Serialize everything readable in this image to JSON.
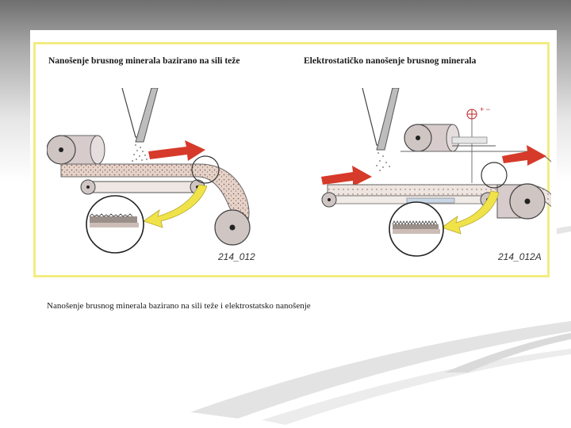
{
  "figure": {
    "left_title": "Nanošenje brusnog minerala bazirano na sili teže",
    "right_title": "Elektrostatičko nanošenje brusnog minerala",
    "left_code": "214_012",
    "right_code": "214_012A",
    "electrode_symbol": "+ −"
  },
  "caption": "Nanošenje brusnog minerala bazirano na sili teže  i elektrostatsko nanošenje",
  "colors": {
    "frame": "#f3ec82",
    "arrow_red": "#d63a2a",
    "arrow_yellow": "#f0e34a",
    "belt_fill": "#e5d0c6",
    "roller": "#cfc6c4"
  }
}
